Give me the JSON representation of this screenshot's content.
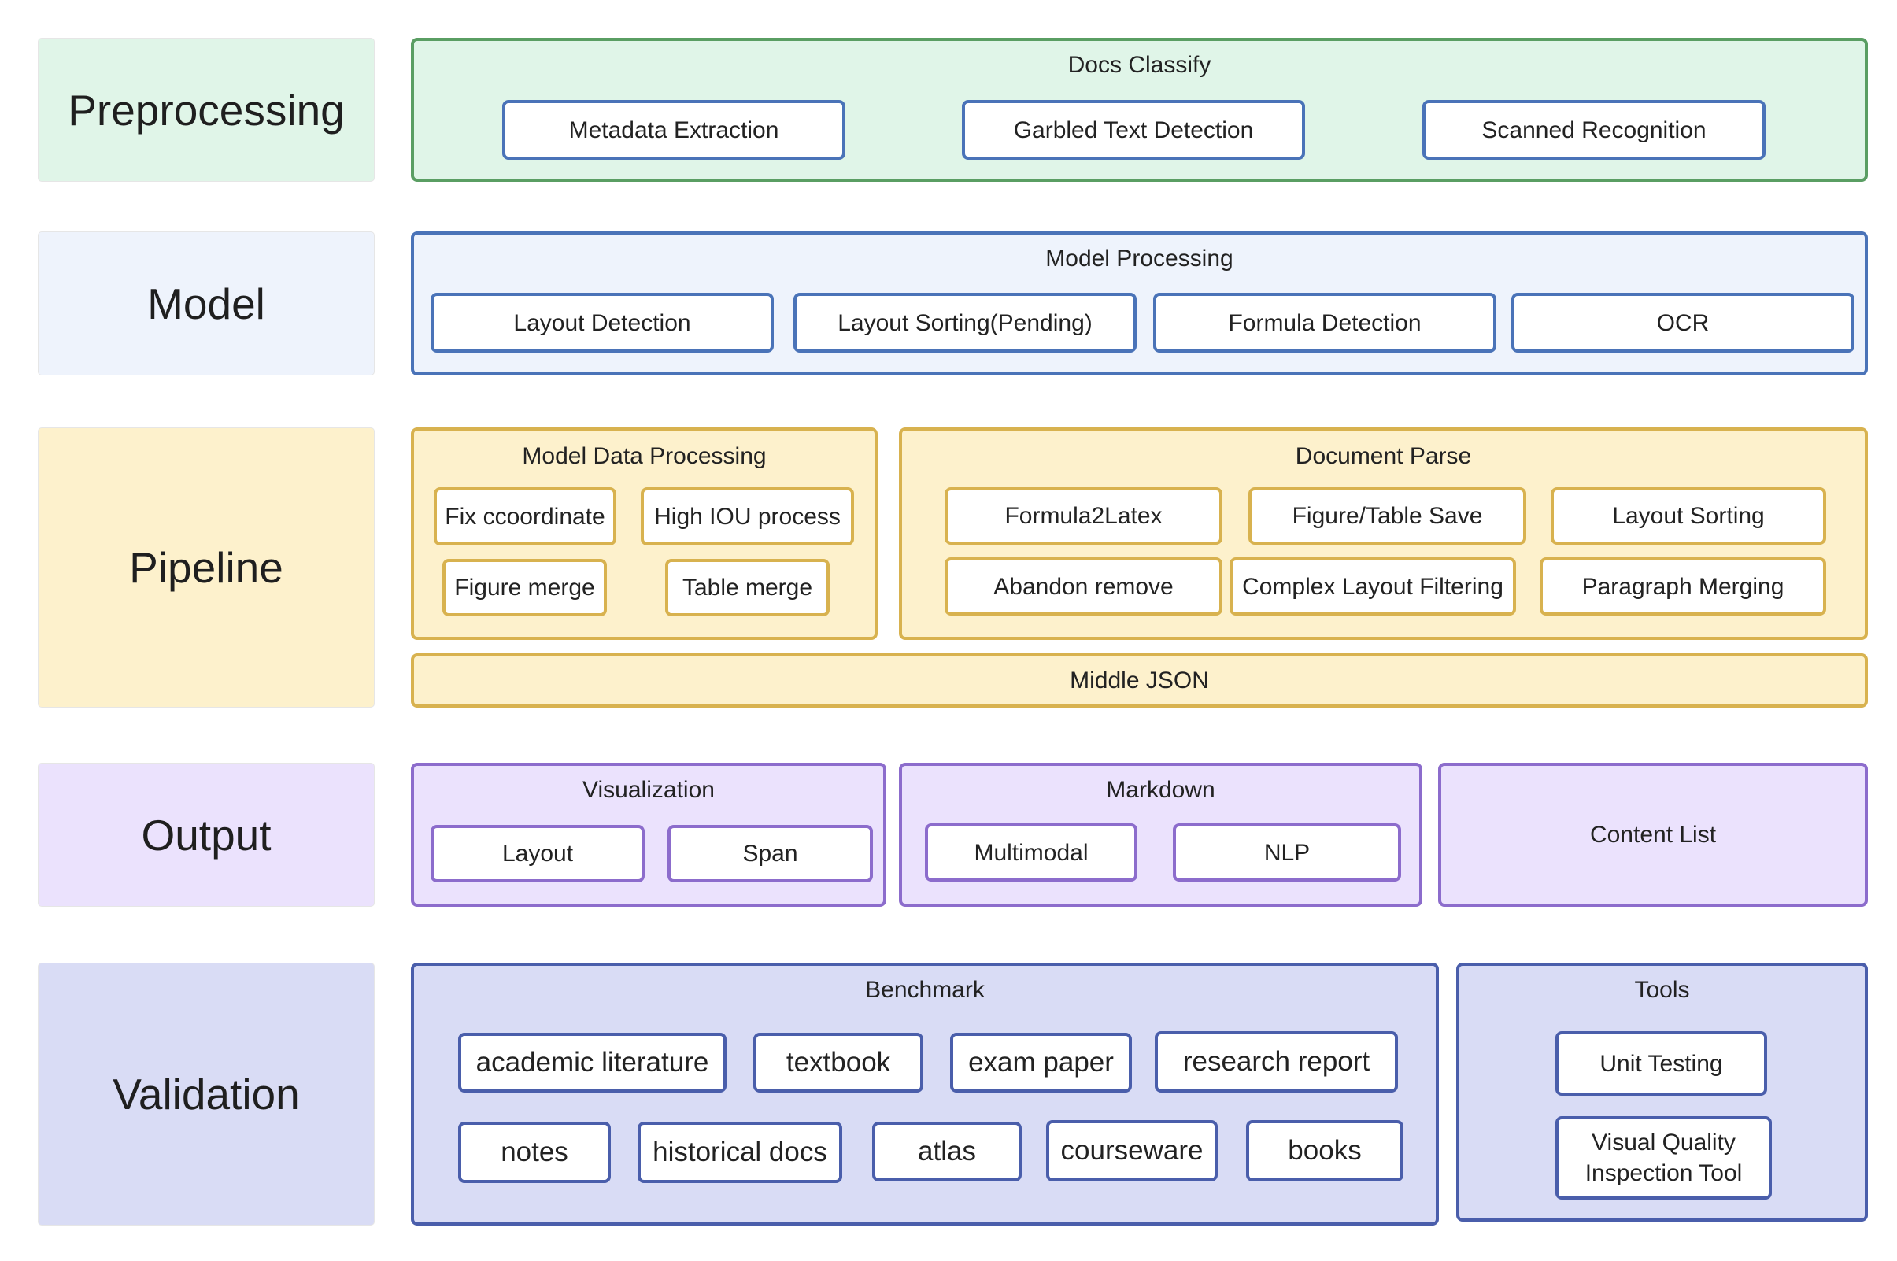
{
  "stages": {
    "preprocessing": "Preprocessing",
    "model": "Model",
    "pipeline": "Pipeline",
    "output": "Output",
    "validation": "Validation"
  },
  "preprocessing": {
    "title": "Docs Classify",
    "items": [
      "Metadata Extraction",
      "Garbled Text Detection",
      "Scanned Recognition"
    ]
  },
  "model": {
    "title": "Model Processing",
    "items": [
      "Layout Detection",
      "Layout Sorting(Pending)",
      "Formula Detection",
      "OCR"
    ]
  },
  "pipeline": {
    "model_data": {
      "title": "Model Data Processing",
      "items": [
        "Fix ccoordinate",
        "High IOU process",
        "Figure merge",
        "Table merge"
      ]
    },
    "document_parse": {
      "title": "Document Parse",
      "items": [
        "Formula2Latex",
        "Figure/Table Save",
        "Layout Sorting",
        "Abandon remove",
        "Complex Layout Filtering",
        "Paragraph Merging"
      ]
    },
    "middle_json": "Middle JSON"
  },
  "output": {
    "visualization": {
      "title": "Visualization",
      "items": [
        "Layout",
        "Span"
      ]
    },
    "markdown": {
      "title": "Markdown",
      "items": [
        "Multimodal",
        "NLP"
      ]
    },
    "content_list": "Content List"
  },
  "validation": {
    "benchmark": {
      "title": "Benchmark",
      "items": [
        "academic literature",
        "textbook",
        "exam paper",
        "research report",
        "notes",
        "historical docs",
        "atlas",
        "courseware",
        "books"
      ]
    },
    "tools": {
      "title": "Tools",
      "items": [
        "Unit Testing",
        "Visual Quality Inspection Tool"
      ]
    }
  },
  "colors": {
    "preprocessing": "#e0f5e8",
    "model": "#eef3fc",
    "pipeline": "#fdf1cc",
    "output": "#ebe2fd",
    "validation": "#d9dcf5"
  }
}
